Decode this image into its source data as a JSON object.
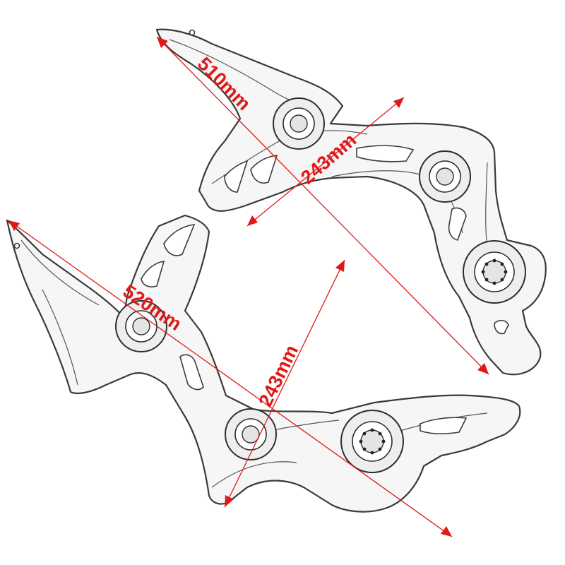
{
  "dimensions": {
    "upper_length": "510mm",
    "upper_width": "243mm",
    "lower_length": "520mm",
    "lower_width": "243mm"
  },
  "colors": {
    "dimension": "#e01818",
    "outline": "#3a3a3a",
    "part_fill": "#f6f6f6",
    "background": "#ffffff"
  }
}
